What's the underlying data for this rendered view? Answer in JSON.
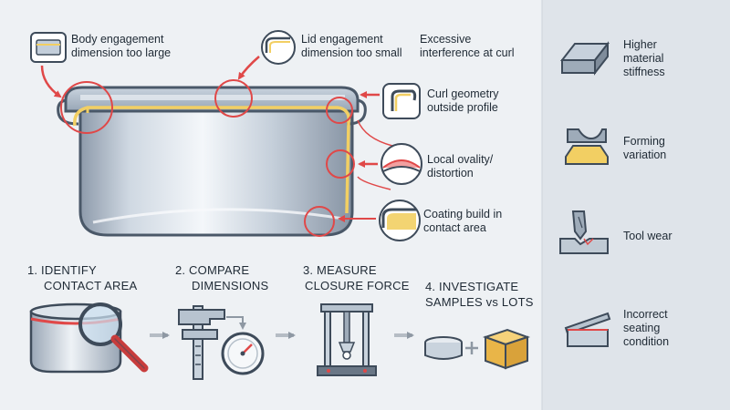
{
  "callouts": {
    "body_engagement": [
      "Body engagement",
      "dimension too large"
    ],
    "lid_engagement": [
      "Lid engagement",
      "dimension too small"
    ],
    "excessive_interference": [
      "Excessive",
      "interference at curl"
    ],
    "curl_geometry": [
      "Curl geometry",
      "outside profile"
    ],
    "local_ovality": [
      "Local ovality/",
      "distortion"
    ],
    "coating_build": [
      "Coating build in",
      "contact area"
    ]
  },
  "steps": [
    {
      "lines": [
        "1. IDENTIFY",
        "CONTACT AREA"
      ],
      "icon": "magnifier-over-can-icon"
    },
    {
      "lines": [
        "2. COMPARE",
        "DIMENSIONS"
      ],
      "icon": "caliper-and-gauge-icon"
    },
    {
      "lines": [
        "3. MEASURE",
        "CLOSURE FORCE"
      ],
      "icon": "force-tester-icon"
    },
    {
      "lines": [
        "4. INVESTIGATE",
        "SAMPLES vs LOTS"
      ],
      "icon": "sample-and-box-icon"
    }
  ],
  "factors": [
    {
      "lines": [
        "Higher",
        "material",
        "stiffness"
      ],
      "icon": "metal-block-icon"
    },
    {
      "lines": [
        "Forming",
        "variation"
      ],
      "icon": "formed-part-icon"
    },
    {
      "lines": [
        "Tool wear"
      ],
      "icon": "worn-tool-icon"
    },
    {
      "lines": [
        "Incorrect",
        "seating",
        "condition"
      ],
      "icon": "tilted-lid-icon"
    }
  ],
  "colors": {
    "accent_red": "#e04848",
    "metal": "#b9c6d3",
    "coating_yellow": "#f2cf63",
    "panel_bg": "#dfe4ea",
    "arrow_gray": "#b5bcc4"
  }
}
